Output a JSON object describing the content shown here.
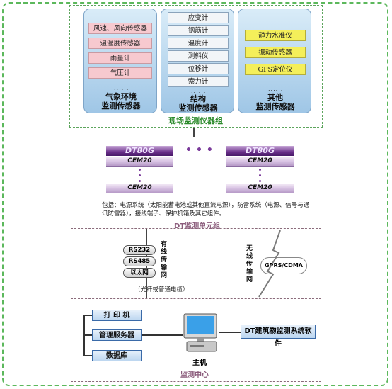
{
  "sensors": {
    "weather": {
      "items": [
        "风速、风向传感器",
        "温湿度传感器",
        "雨量计",
        "气压计"
      ],
      "dots": "......",
      "title_line1": "气象环境",
      "title_line2": "监测传感器"
    },
    "structure": {
      "items": [
        "应变计",
        "钢筋计",
        "温度计",
        "测斜仪",
        "位移计",
        "索力计"
      ],
      "dots": "......",
      "title_line1": "结构",
      "title_line2": "监测传感器"
    },
    "other": {
      "items": [
        "静力水准仪",
        "振动传感器",
        "GPS定位仪"
      ],
      "dots": "......",
      "title_line1": "其他",
      "title_line2": "监测传感器"
    },
    "group_label": "现场监测仪器组"
  },
  "dt_unit": {
    "left": {
      "logo": "DT80G",
      "cem": [
        "CEM20",
        "CEM20"
      ]
    },
    "right": {
      "logo": "DT80G",
      "cem": [
        "CEM20",
        "CEM20"
      ]
    },
    "description": "包括：电源系统（太阳能蓄电池或其他直流电源），防雷系统（电源、信号与通讯防雷器），接线端子、保护机箱及其它组件。",
    "group_label": "DT监测单元组"
  },
  "comm": {
    "wired": {
      "items": [
        "RS232",
        "RS485",
        "以太网"
      ],
      "label": "有线传输网",
      "cable": "（光纤或普通电缆）"
    },
    "wireless": {
      "label": "无线传输网",
      "cloud": "GPRS/CDMA"
    }
  },
  "center": {
    "devices": [
      "打 印 机",
      "管理服务器",
      "数据库"
    ],
    "host_label": "主机",
    "software": "DT建筑物监测系统软件",
    "group_label": "监测中心"
  }
}
